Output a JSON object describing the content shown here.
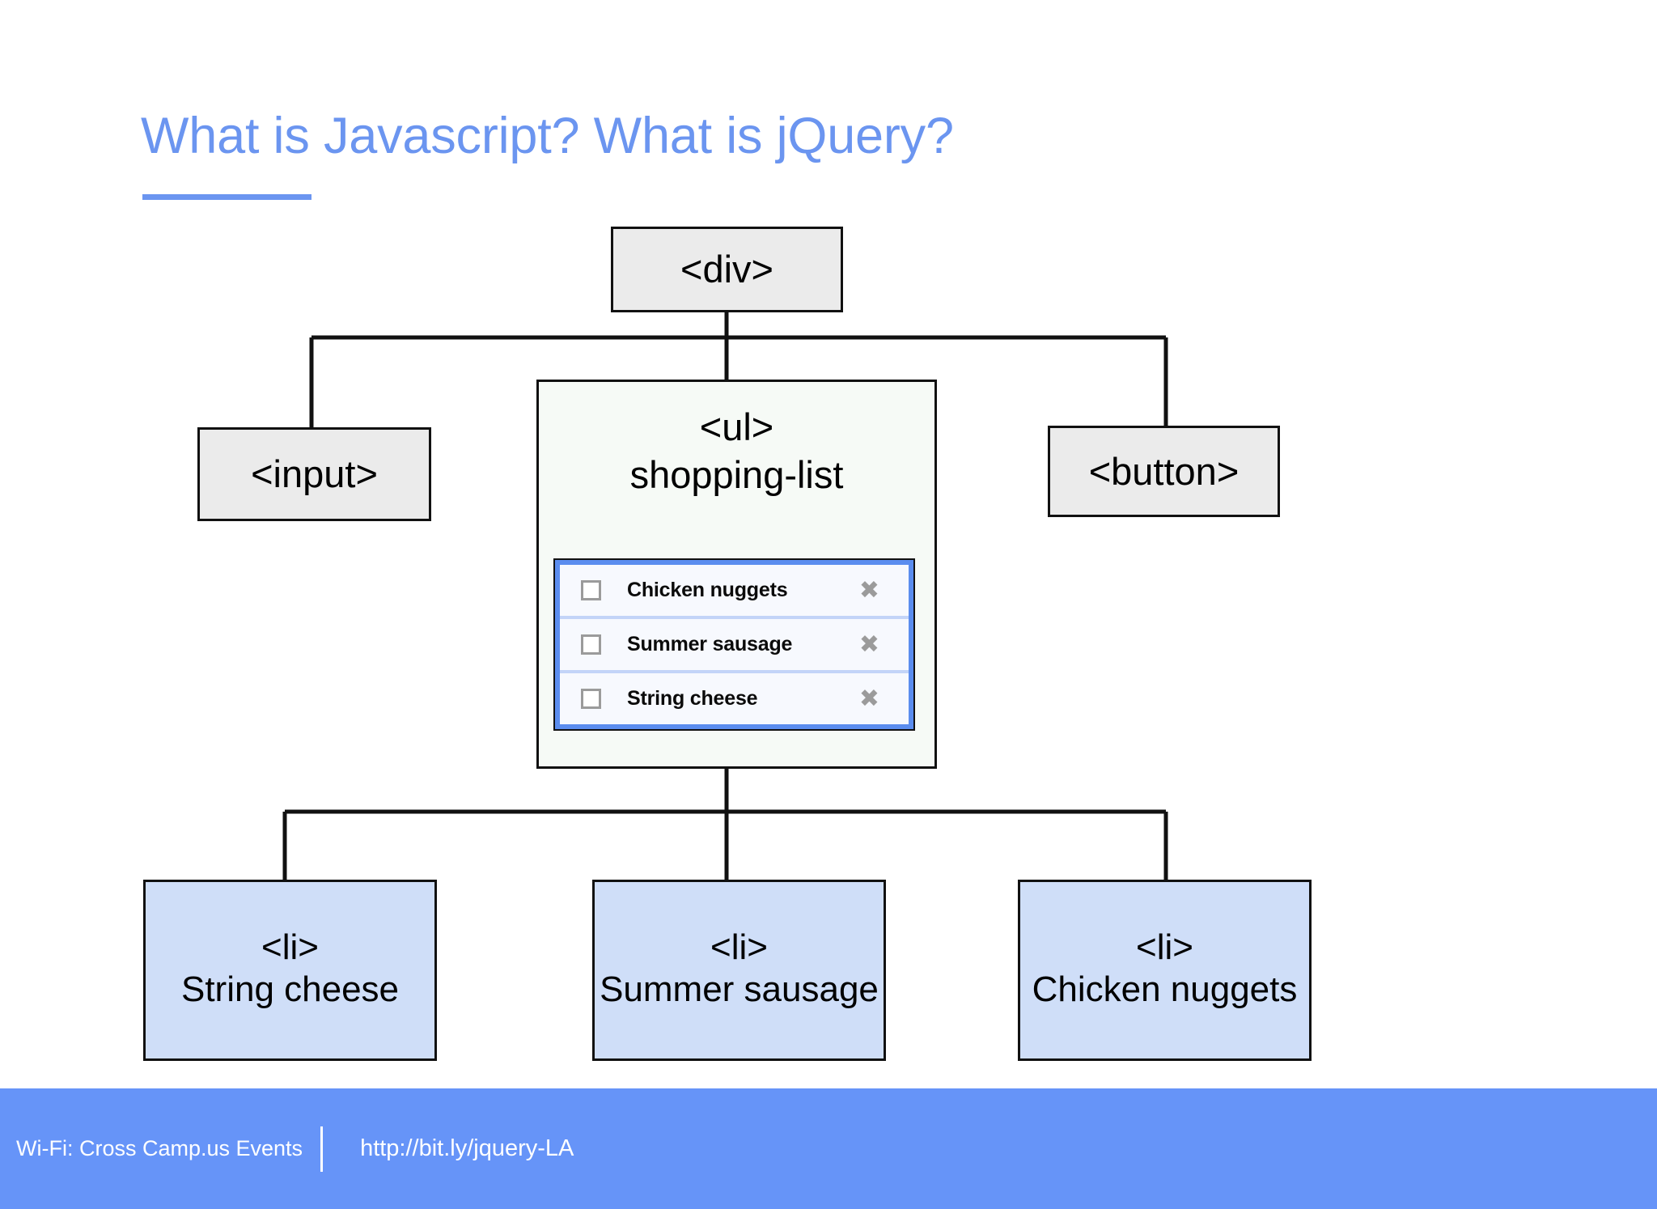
{
  "slide": {
    "title": "What is Javascript? What is jQuery?",
    "title_color": "#6b95f0",
    "background": "#ffffff"
  },
  "diagram": {
    "type": "dom-tree",
    "nodes": {
      "root": {
        "label": "<div>",
        "fill": "#ebebeb",
        "border": "#111111"
      },
      "input": {
        "label": "<input>",
        "fill": "#ebebeb",
        "border": "#111111"
      },
      "button": {
        "label": "<button>",
        "fill": "#ebebeb",
        "border": "#111111"
      },
      "ul": {
        "tag": "<ul>",
        "name": "shopping-list",
        "fill": "#f6faf6",
        "border": "#111111"
      }
    },
    "list_items": [
      {
        "tag": "<li>",
        "text": "String cheese",
        "fill": "#cfdef8"
      },
      {
        "tag": "<li>",
        "text": "Summer sausage",
        "fill": "#cfdef8"
      },
      {
        "tag": "<li>",
        "text": "Chicken nuggets",
        "fill": "#cfdef8"
      }
    ]
  },
  "shopping_list_widget": {
    "accent_color": "#5b8def",
    "row_background": "#f7f9fe",
    "separator_color": "#c3d4f8",
    "checkbox_border": "#9b9b9b",
    "delete_icon": "✖",
    "delete_icon_color": "#9b9b9b",
    "rows": [
      {
        "label": "Chicken nuggets",
        "checked": false
      },
      {
        "label": "Summer sausage",
        "checked": false
      },
      {
        "label": "String cheese",
        "checked": false
      }
    ]
  },
  "footer": {
    "wifi": "Wi-Fi: Cross Camp.us Events",
    "url": "http://bit.ly/jquery-LA",
    "background": "#6694f8",
    "text_color": "#ffffff"
  }
}
